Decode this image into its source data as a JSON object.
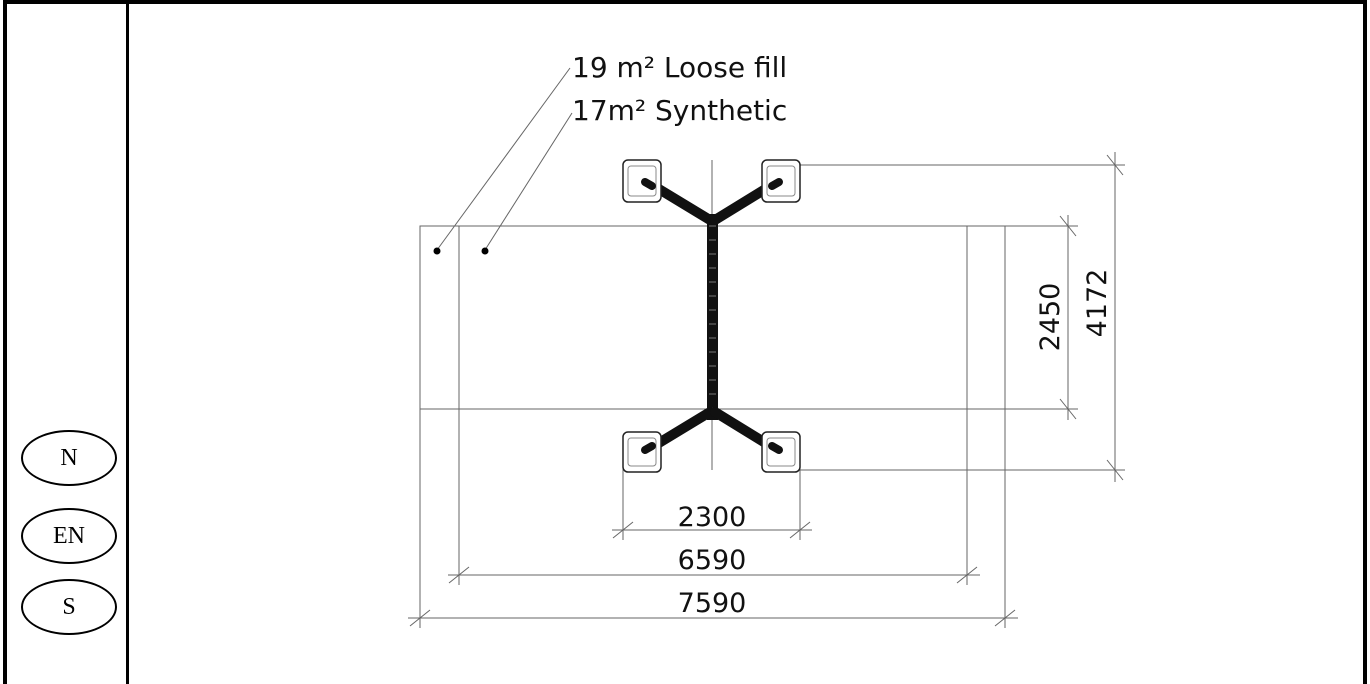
{
  "side_panel": {
    "badges": [
      {
        "label": "N"
      },
      {
        "label": "EN"
      },
      {
        "label": "S"
      }
    ]
  },
  "drawing": {
    "notes": [
      {
        "text": "19 m² Loose fill"
      },
      {
        "text": "17m² Synthetic"
      }
    ],
    "dimensions": {
      "outer_width": "7590",
      "inner_width": "6590",
      "post_spacing": "2300",
      "inner_depth": "2450",
      "outer_depth": "4172"
    },
    "colors": {
      "line": "#666666",
      "structure": "#000000"
    }
  }
}
